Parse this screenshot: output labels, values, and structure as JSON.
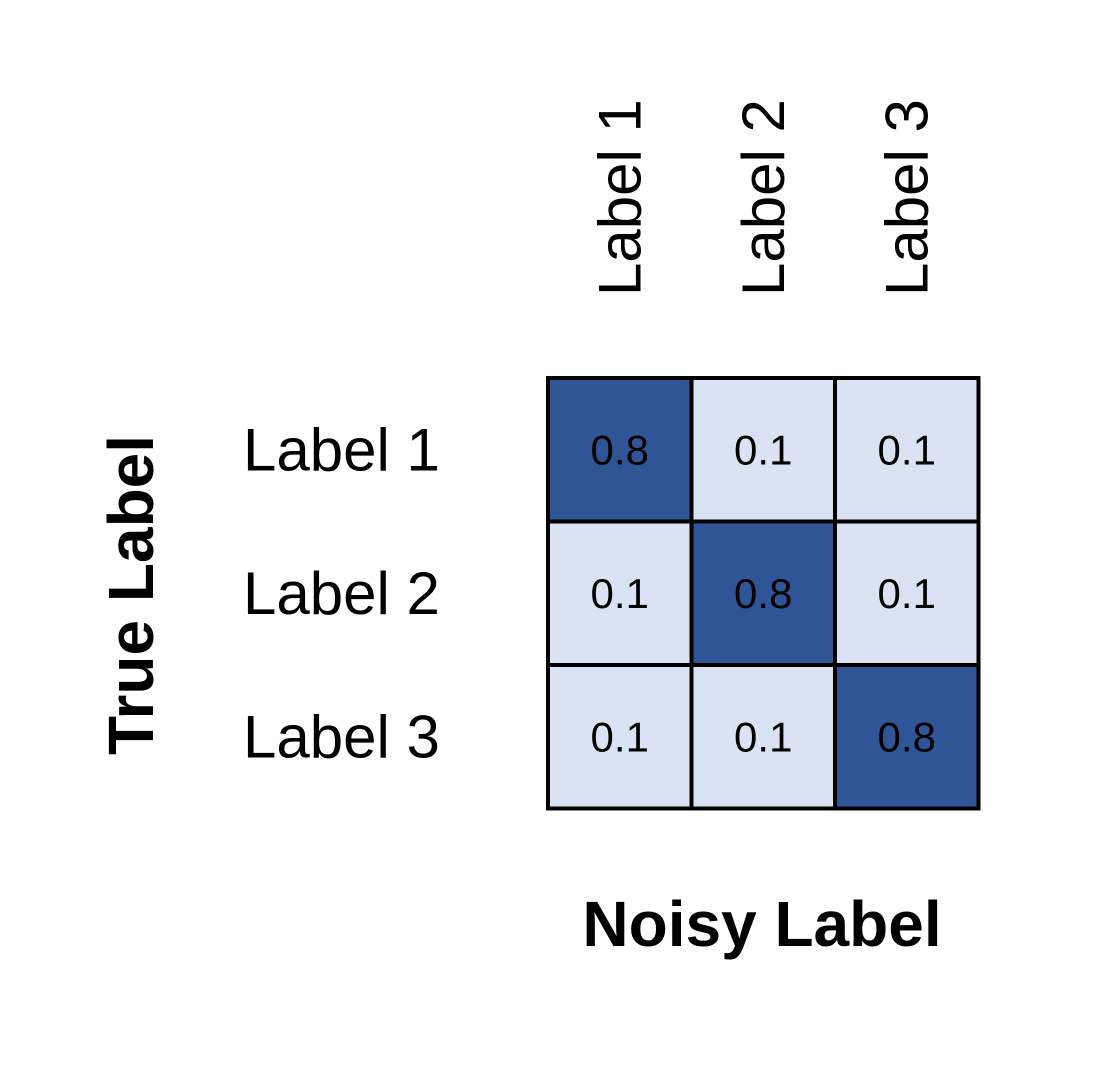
{
  "chart_data": {
    "type": "heatmap",
    "title": "",
    "xlabel": "Noisy Label",
    "ylabel": "True Label",
    "x_categories": [
      "Label 1",
      "Label 2",
      "Label 3"
    ],
    "y_categories": [
      "Label 1",
      "Label 2",
      "Label 3"
    ],
    "values": [
      [
        0.8,
        0.1,
        0.1
      ],
      [
        0.1,
        0.8,
        0.1
      ],
      [
        0.1,
        0.1,
        0.8
      ]
    ],
    "value_labels": [
      [
        "0.8",
        "0.1",
        "0.1"
      ],
      [
        "0.1",
        "0.8",
        "0.1"
      ],
      [
        "0.1",
        "0.1",
        "0.8"
      ]
    ],
    "colors": {
      "high": "#2f5597",
      "low": "#dae3f3",
      "border": "#000000"
    },
    "x_tick_position": "top",
    "legend": "none",
    "grid": false
  }
}
